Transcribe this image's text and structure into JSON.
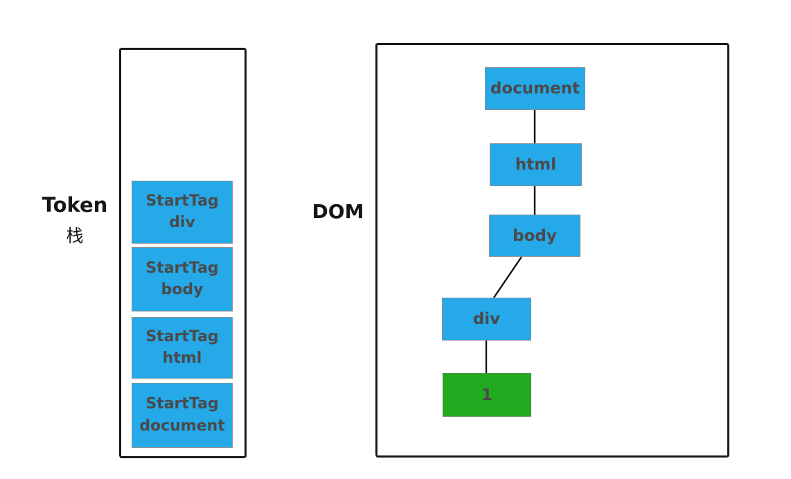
{
  "page": {
    "background": "#ffffff"
  },
  "colors": {
    "node_blue": "#25a9e9",
    "node_green": "#1faa1f",
    "node_text": "#4a4a4a",
    "outline_black": "#191919"
  },
  "token_stack": {
    "label_en": "Token",
    "label_zh": "栈",
    "items": [
      {
        "line1": "StartTag",
        "line2": "div"
      },
      {
        "line1": "StartTag",
        "line2": "body"
      },
      {
        "line1": "StartTag",
        "line2": "html"
      },
      {
        "line1": "StartTag",
        "line2": "document"
      }
    ]
  },
  "dom_tree": {
    "label": "DOM",
    "nodes": [
      {
        "id": "document",
        "label": "document",
        "color": "blue"
      },
      {
        "id": "html",
        "label": "html",
        "color": "blue"
      },
      {
        "id": "body",
        "label": "body",
        "color": "blue"
      },
      {
        "id": "div",
        "label": "div",
        "color": "blue"
      },
      {
        "id": "text-1",
        "label": "1",
        "color": "green"
      }
    ],
    "edges": [
      [
        "document",
        "html"
      ],
      [
        "html",
        "body"
      ],
      [
        "body",
        "div"
      ],
      [
        "div",
        "text-1"
      ]
    ]
  }
}
